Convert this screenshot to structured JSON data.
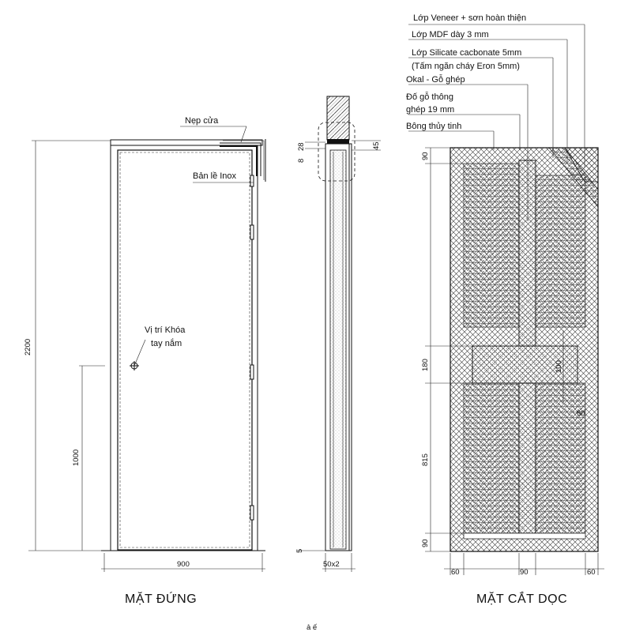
{
  "elevation": {
    "title": "MẶT ĐỨNG",
    "labels": {
      "casing": "Nẹp cửa",
      "hinge": "Bản lề Inox",
      "lock_line1": "Vị trí Khóa",
      "lock_line2": "tay nắm"
    },
    "dims": {
      "height": "2200",
      "lock_height": "1000",
      "width": "900"
    }
  },
  "side": {
    "dims": {
      "d28": "28",
      "d8": "8",
      "d45": "45",
      "d5": "5",
      "bottom": "50x2"
    }
  },
  "section": {
    "title": "MẶT CẮT DỌC",
    "layers": [
      "Lớp Veneer + sơn hoàn thiện",
      "Lớp MDF dày 3 mm",
      "Lớp Silicate cacbonate 5mm",
      "(Tấm ngăn cháy Eron 5mm)",
      "Okal - Gỗ ghép",
      "Đố gỗ thông",
      "ghép 19 mm",
      "Bông thủy tinh"
    ],
    "dims": {
      "top": "90",
      "mid_rail": "180",
      "bottom_span": "815",
      "bottom": "90",
      "rail_inner": "100",
      "rail_gap": "60",
      "left_stile": "60",
      "center_stile": "90",
      "right_stile": "60"
    }
  },
  "footer_note": "ả  ế"
}
